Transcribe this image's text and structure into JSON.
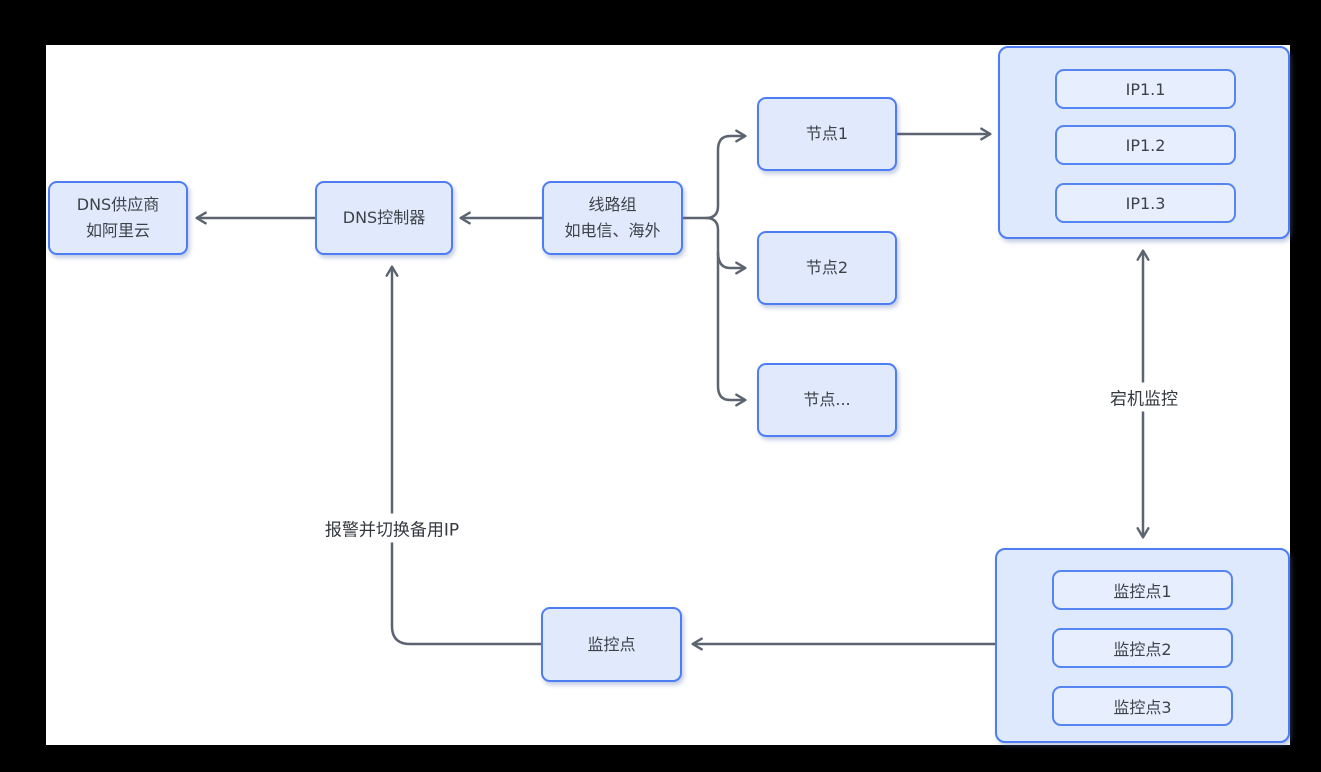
{
  "diagram": {
    "nodes": {
      "dns_provider": {
        "line1": "DNS供应商",
        "line2": "如阿里云"
      },
      "dns_controller": {
        "label": "DNS控制器"
      },
      "line_group": {
        "line1": "线路组",
        "line2": "如电信、海外"
      },
      "node1": {
        "label": "节点1"
      },
      "node2": {
        "label": "节点2"
      },
      "node_more": {
        "label": "节点..."
      },
      "ip_group": {
        "items": [
          "IP1.1",
          "IP1.2",
          "IP1.3"
        ]
      },
      "monitor_group": {
        "items": [
          "监控点1",
          "监控点2",
          "监控点3"
        ]
      },
      "monitor_point": {
        "label": "监控点"
      }
    },
    "edge_labels": {
      "downtime_monitor": "宕机监控",
      "alert_switch_ip": "报警并切换备用IP"
    },
    "colors": {
      "page_bg": "#000000",
      "canvas_bg": "#ffffff",
      "node_fill": "#e1eafd",
      "node_border": "#4d7cf3",
      "inner_item_fill": "#e7eefe",
      "arrow": "#5b6470",
      "text": "#3d4249"
    }
  }
}
